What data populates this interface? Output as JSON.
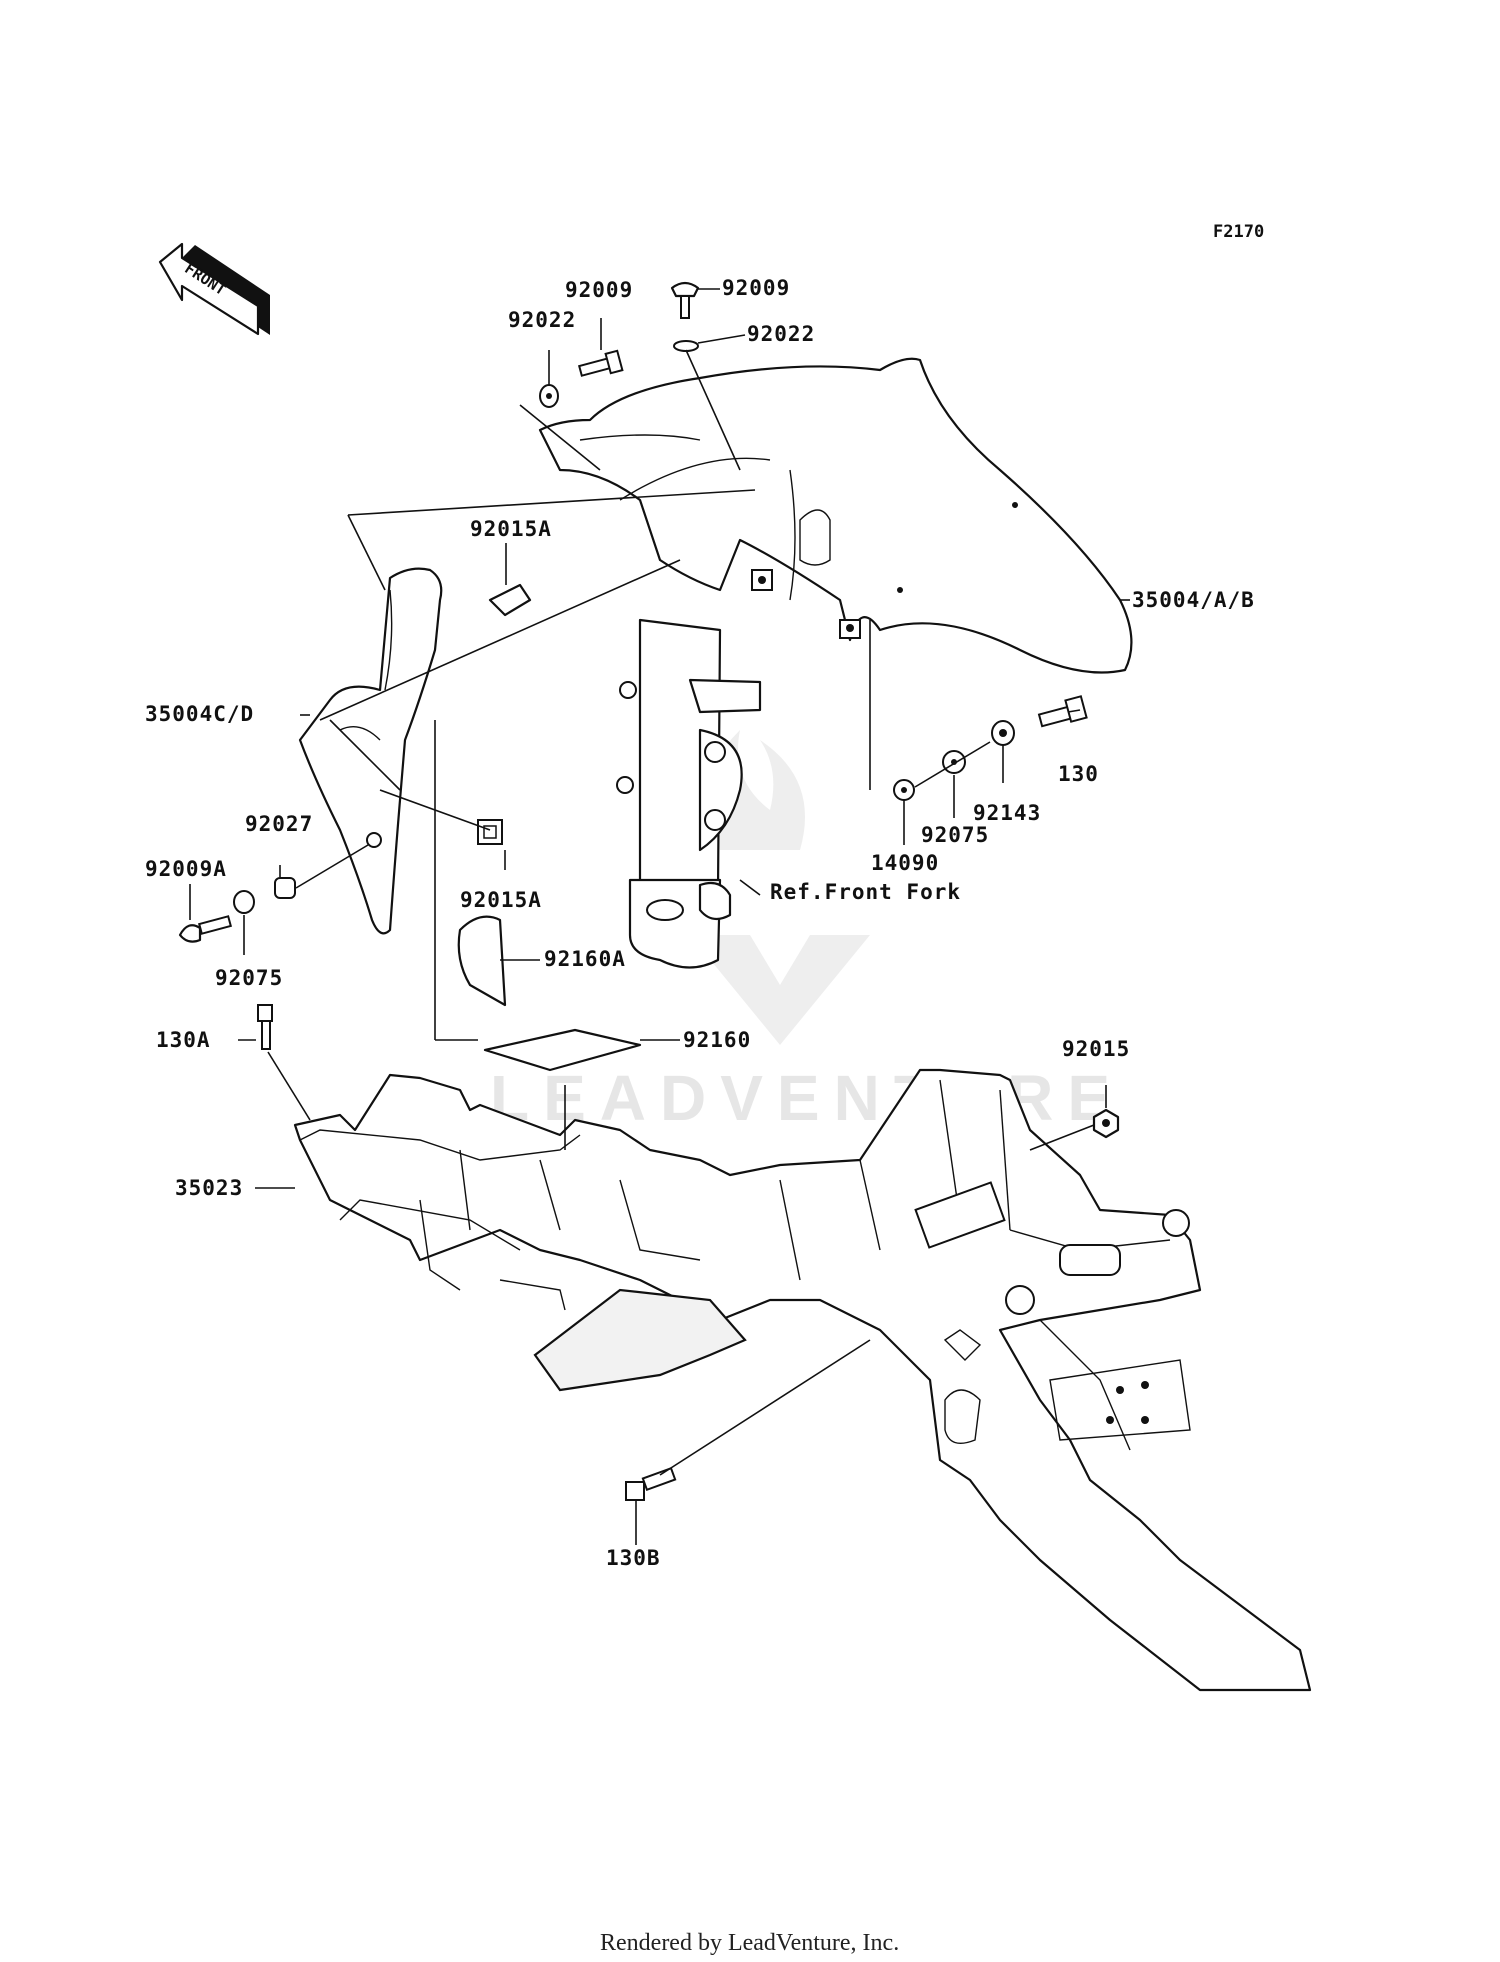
{
  "diagram_code": "F2170",
  "front_label": "FRONT",
  "watermark": "LEADVENTURE",
  "footer": "Rendered by LeadVenture, Inc.",
  "callouts": {
    "p92009_left": "92009",
    "p92009_right": "92009",
    "p92022_left": "92022",
    "p92022_right": "92022",
    "p92015A_top": "92015A",
    "p35004AB": "35004/A/B",
    "p35004CD": "35004C/D",
    "p130": "130",
    "p92143": "92143",
    "p92075_right": "92075",
    "p14090": "14090",
    "p92027": "92027",
    "p92009A": "92009A",
    "p92015A_bottom": "92015A",
    "ref_front_fork": "Ref.Front Fork",
    "p92075_left": "92075",
    "p92160A": "92160A",
    "p92160": "92160",
    "p130A": "130A",
    "p92015": "92015",
    "p35023": "35023",
    "p130B": "130B"
  }
}
